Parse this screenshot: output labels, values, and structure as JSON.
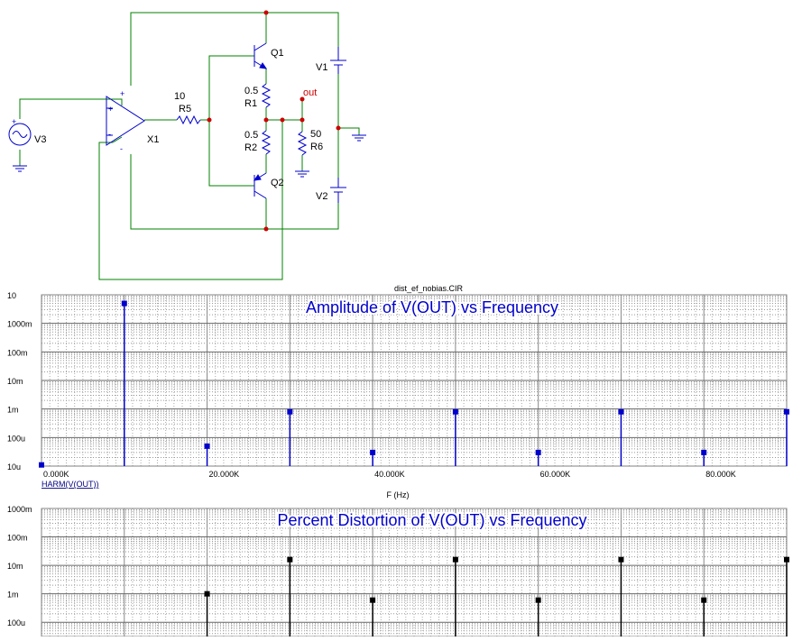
{
  "schematic": {
    "components": {
      "v3": "V3",
      "x1": "X1",
      "r5_name": "R5",
      "r5_value": "10",
      "q1": "Q1",
      "q2": "Q2",
      "r1_name": "R1",
      "r1_value": "0.5",
      "r2_name": "R2",
      "r2_value": "0.5",
      "r6_name": "R6",
      "r6_value": "50",
      "v1": "V1",
      "v2": "V2",
      "out": "out"
    },
    "colors": {
      "wire": "#008000",
      "component": "#0000cc",
      "node": "#cc0000",
      "net_label": "#cc0000"
    }
  },
  "plot": {
    "file_title": "dist_ef_nobias.CIR",
    "x_axis_label": "F (Hz)",
    "upper_trace_label": "HARM(V(OUT))"
  },
  "chart_data": [
    {
      "type": "scatter",
      "title": "Amplitude of V(OUT) vs Frequency",
      "xlabel": "F (Hz)",
      "ylabel": "",
      "yscale": "log",
      "xlim": [
        0,
        90000
      ],
      "ylim": [
        1e-05,
        10
      ],
      "grid": true,
      "x_tick_labels": [
        "0.000K",
        "20.000K",
        "40.000K",
        "60.000K",
        "80.000K"
      ],
      "y_tick_labels": [
        "10",
        "1000m",
        "100m",
        "10m",
        "1m",
        "100u",
        "10u"
      ],
      "series": [
        {
          "name": "HARM(V(OUT))",
          "color": "#0000cc",
          "x": [
            0,
            10000,
            20000,
            30000,
            40000,
            50000,
            60000,
            70000,
            80000,
            90000
          ],
          "y": [
            1.1e-05,
            5.0,
            5e-05,
            0.0008,
            3e-05,
            0.0008,
            3e-05,
            0.0008,
            3e-05,
            0.0008
          ]
        }
      ]
    },
    {
      "type": "scatter",
      "title": "Percent Distortion of V(OUT) vs Frequency",
      "xlabel": "",
      "ylabel": "",
      "yscale": "log",
      "xlim": [
        0,
        90000
      ],
      "ylim": [
        3.16e-05,
        1
      ],
      "grid": true,
      "y_tick_labels": [
        "1000m",
        "100m",
        "10m",
        "1m",
        "100u"
      ],
      "series": [
        {
          "name": "",
          "color": "#000000",
          "x": [
            20000,
            30000,
            40000,
            50000,
            60000,
            70000,
            80000,
            90000
          ],
          "y": [
            0.001,
            0.016,
            0.0006,
            0.016,
            0.0006,
            0.016,
            0.0006,
            0.016
          ]
        }
      ]
    }
  ]
}
